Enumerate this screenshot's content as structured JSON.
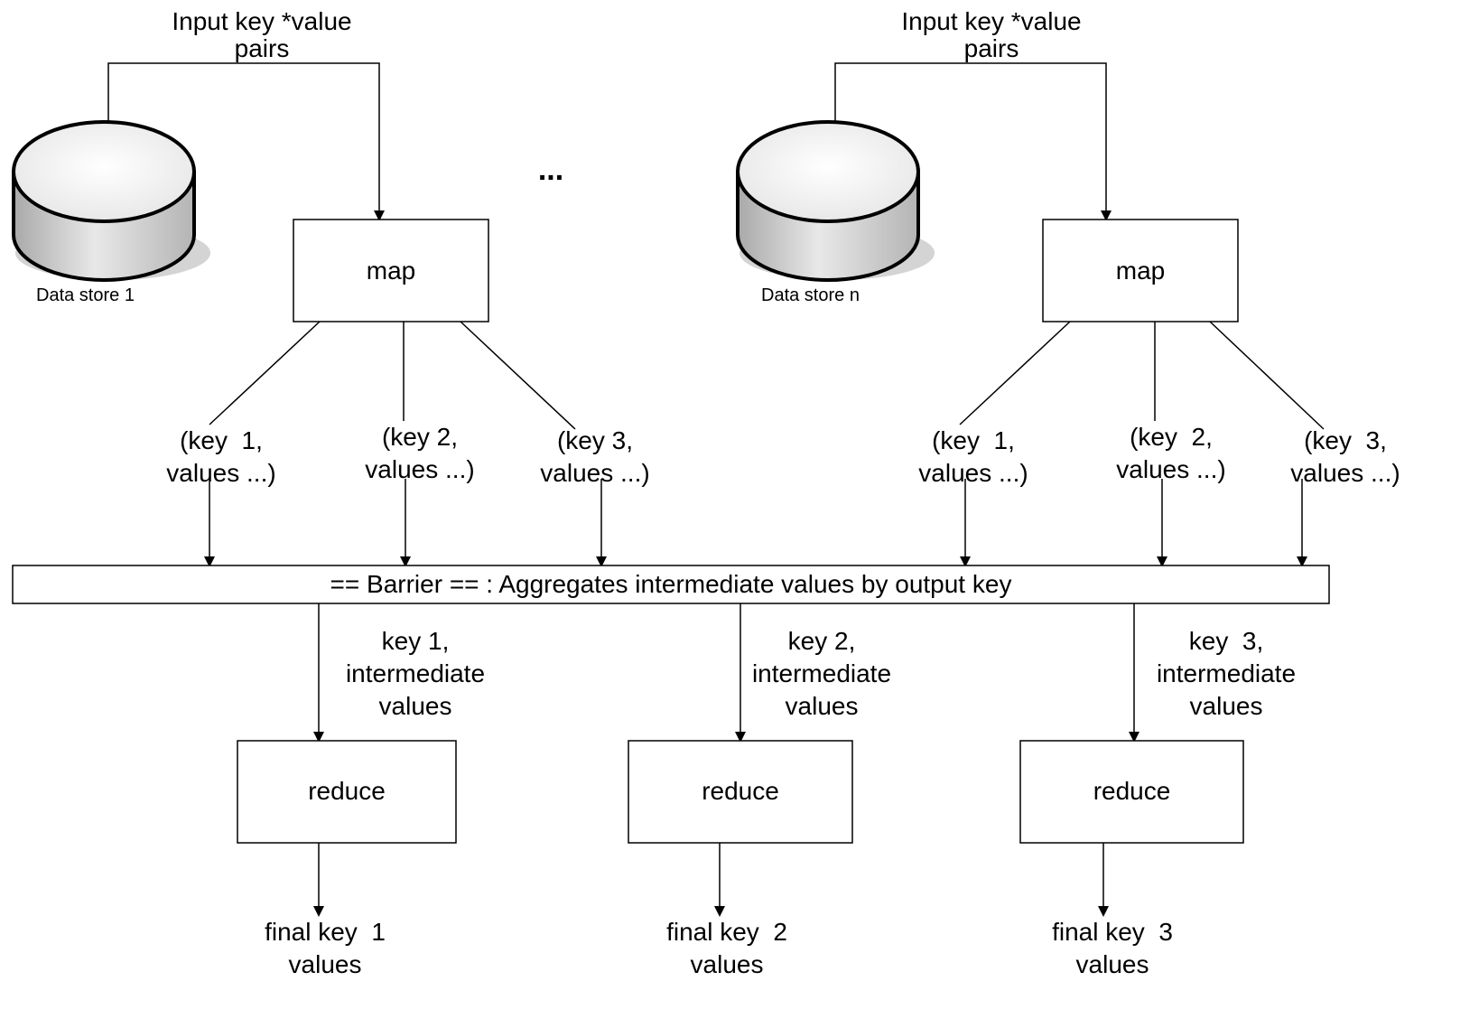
{
  "input_labels": [
    {
      "line1": "Input key *value",
      "line2": "pairs"
    },
    {
      "line1": "Input key *value",
      "line2": "pairs"
    }
  ],
  "ellipsis": "...",
  "stores": [
    "Data store  1",
    "Data store n"
  ],
  "map_label": "map",
  "map_outputs": [
    [
      {
        "line1": "(key  1,",
        "line2": "values ...)"
      },
      {
        "line1": "(key 2,",
        "line2": "values ...)"
      },
      {
        "line1": "(key 3,",
        "line2": "values ...)"
      }
    ],
    [
      {
        "line1": "(key  1,",
        "line2": "values ...)"
      },
      {
        "line1": "(key  2,",
        "line2": "values ...)"
      },
      {
        "line1": "(key  3,",
        "line2": "values ...)"
      }
    ]
  ],
  "barrier": "== Barrier ==  : Aggregates intermediate values by output key",
  "intermediates": [
    {
      "line1": "key 1,",
      "line2": "intermediate",
      "line3": "values"
    },
    {
      "line1": "key 2,",
      "line2": "intermediate",
      "line3": "values"
    },
    {
      "line1": "key  3,",
      "line2": "intermediate",
      "line3": "values"
    }
  ],
  "reduce_label": "reduce",
  "finals": [
    {
      "line1": "final key  1",
      "line2": "values"
    },
    {
      "line1": "final key  2",
      "line2": "values"
    },
    {
      "line1": "final key  3",
      "line2": "values"
    }
  ],
  "colors": {
    "line": "#000000",
    "box_fill": "#ffffff",
    "cyl_top": "#f4f4f4",
    "cyl_side": "#c8c8c8",
    "shadow": "#d6d6d6"
  }
}
